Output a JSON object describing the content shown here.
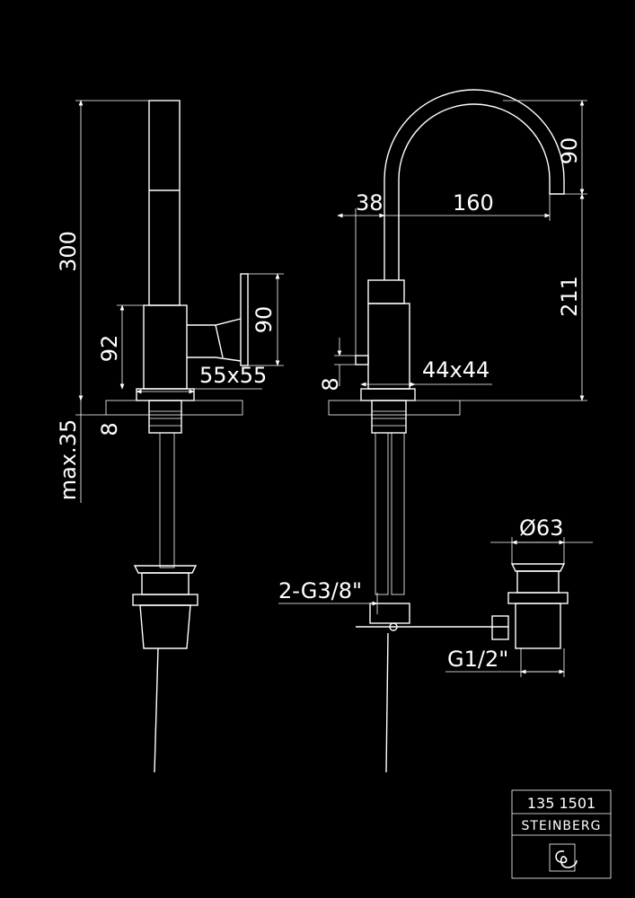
{
  "left_view": {
    "height_total": "300",
    "height_body": "92",
    "handle_height": "90",
    "body_size": "55x55",
    "deck_thickness": "8",
    "max_deck": "max.35"
  },
  "right_view": {
    "spout_rise": "90",
    "offset": "38",
    "reach": "160",
    "spout_height": "211",
    "base_thickness": "8",
    "body_size": "44x44",
    "connection": "2-G3/8\"",
    "drain_diameter": "Ø63",
    "drain_thread": "G1/2\""
  },
  "title_block": {
    "article_number": "135 1501",
    "brand": "STEINBERG"
  },
  "colors": {
    "background": "#000000",
    "lines": "#ffffff",
    "hatch": "#aaaaaa"
  }
}
